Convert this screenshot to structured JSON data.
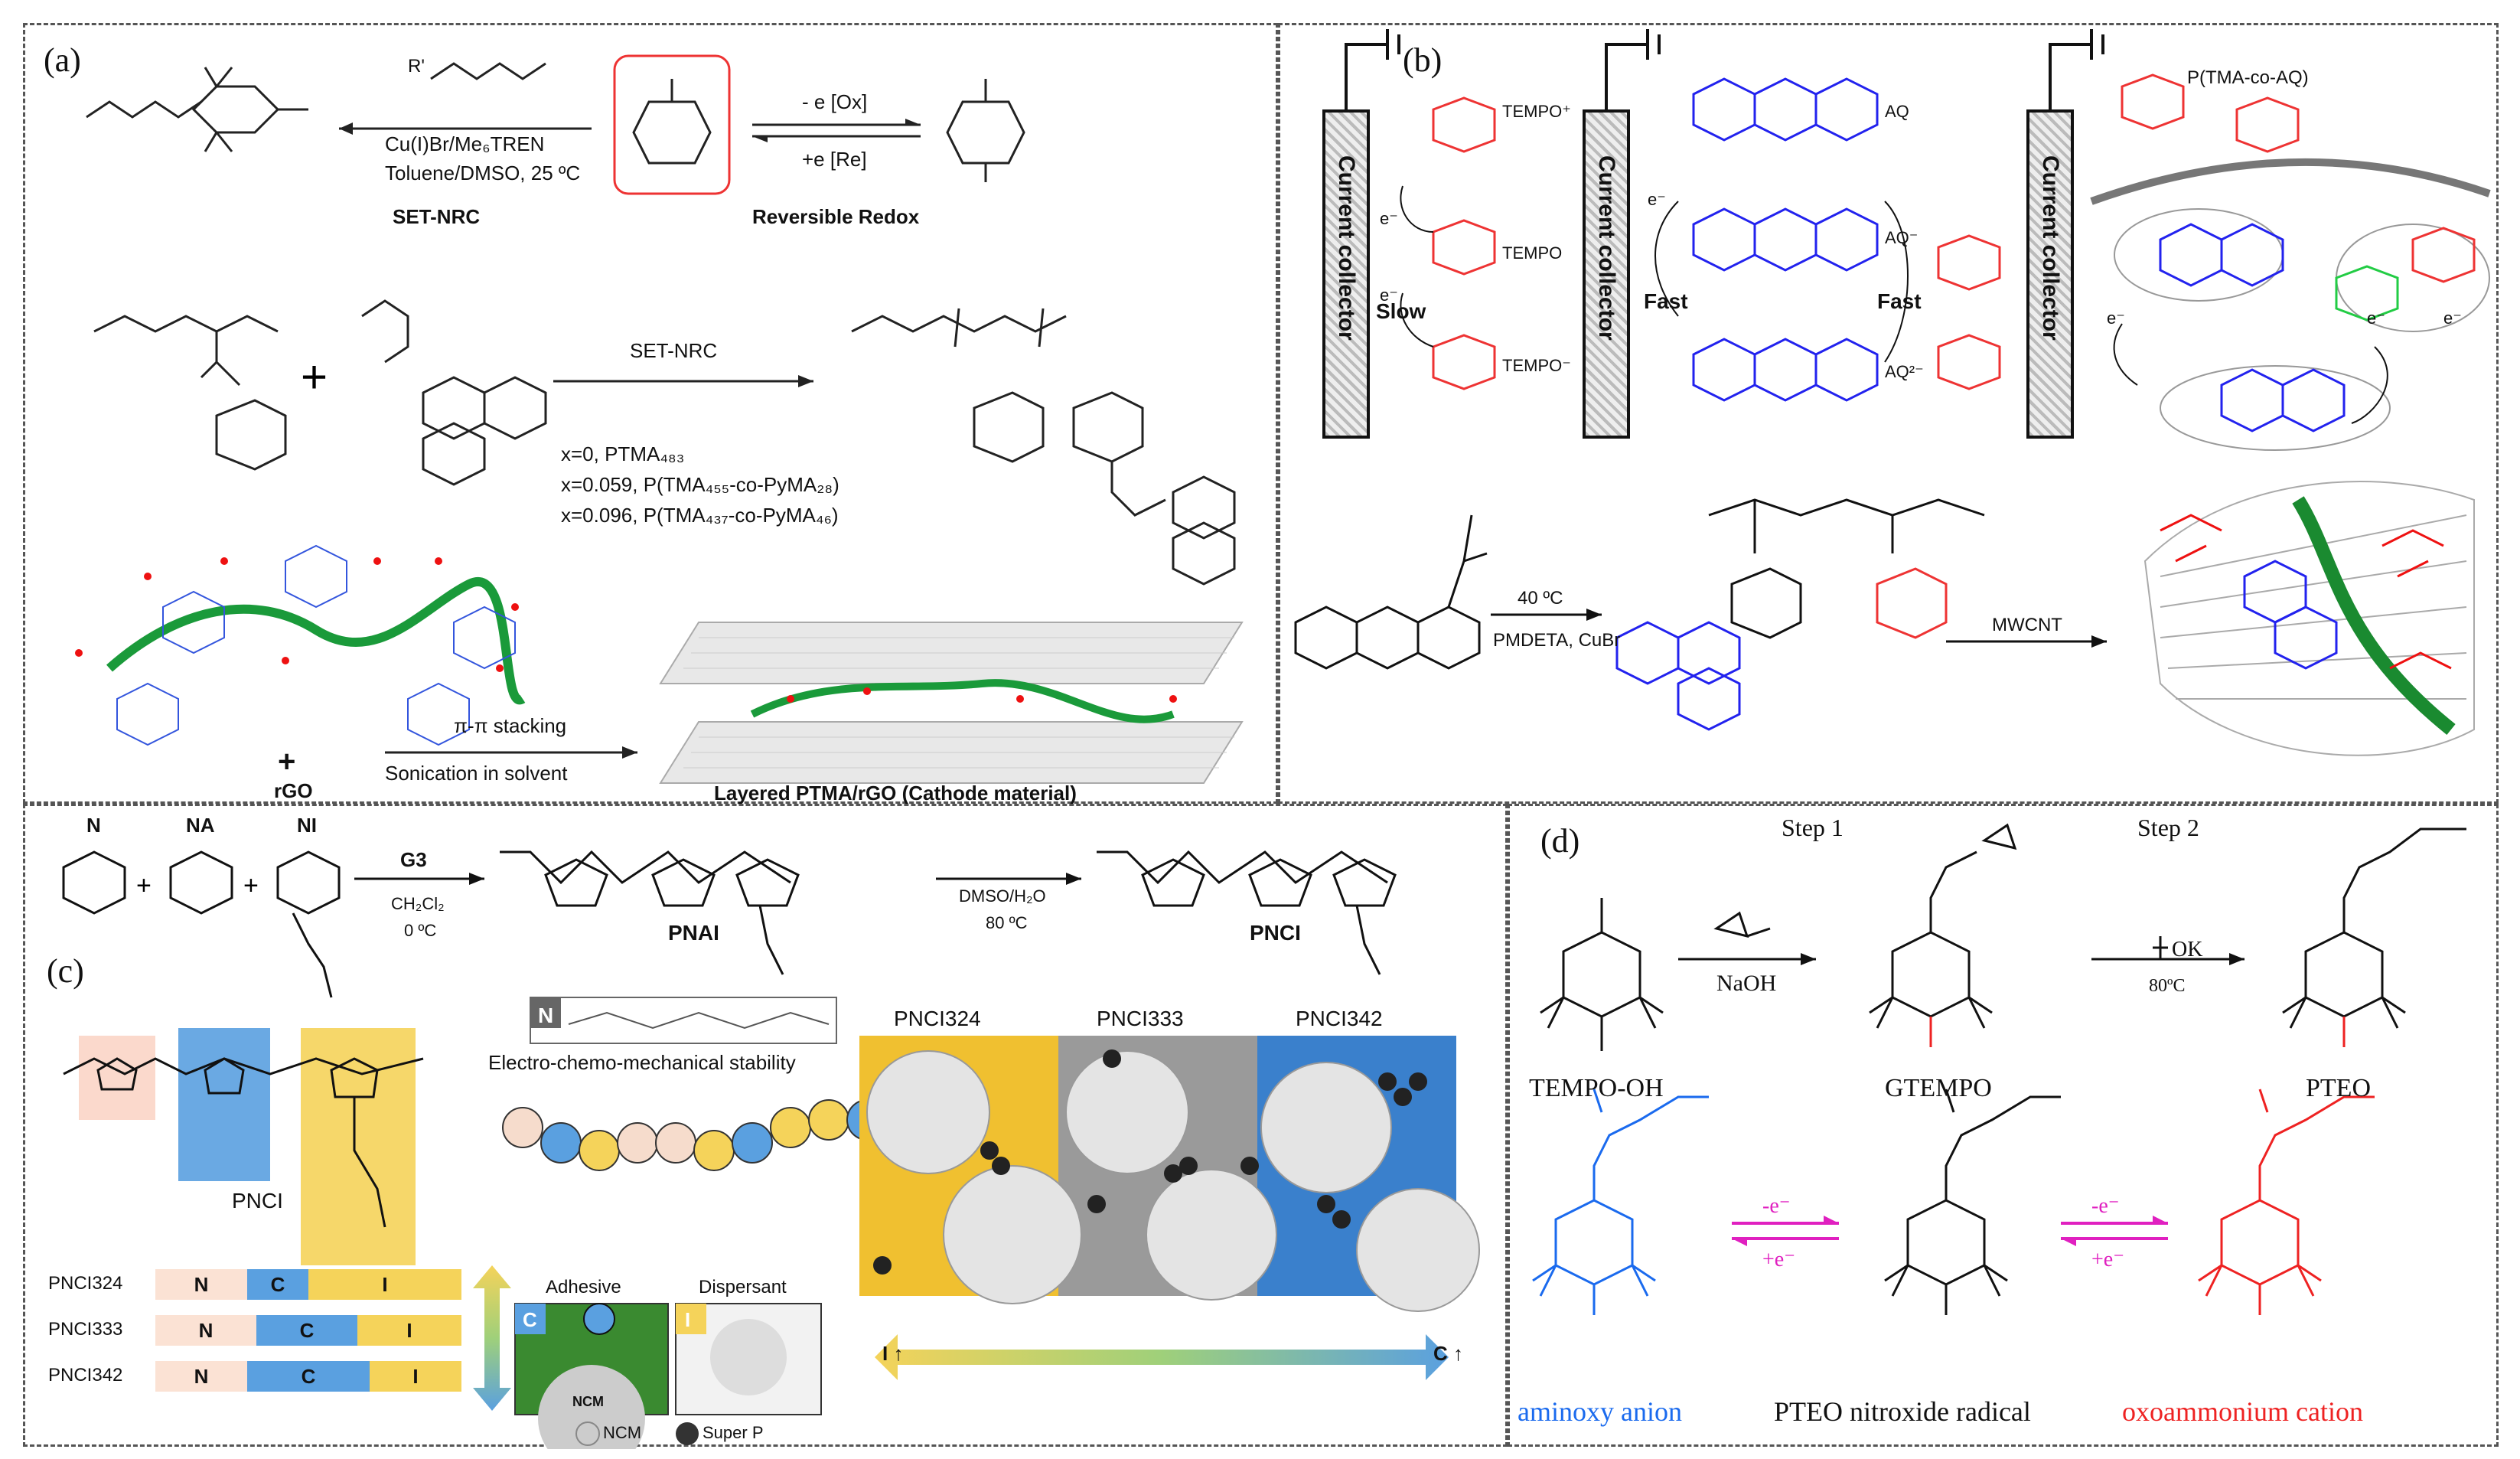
{
  "panels": {
    "a": {
      "label": "(a)",
      "reagents_top": "R'",
      "cond1": "Cu(I)Br/Me₆TREN",
      "cond2": "Toluene/DMSO, 25 ºC",
      "set_nrc": "SET-NRC",
      "ox": "- e [Ox]",
      "re": "+e [Re]",
      "reversible": "Reversible Redox",
      "arrow2": "SET-NRC",
      "x0": "x=0, PTMA₄₈₃",
      "x1": "x=0.059, P(TMA₄₅₅-co-PyMA₂₈)",
      "x2": "x=0.096, P(TMA₄₃₇-co-PyMA₄₆)",
      "stack": "π-π stacking",
      "sonication": "Sonication in solvent",
      "plus": "+",
      "rgo": "rGO",
      "layered": "Layered PTMA/rGO (Cathode material)"
    },
    "b": {
      "label": "(b)",
      "cc": "Current collector",
      "tempo_plus": "TEMPO⁺",
      "tempo": "TEMPO",
      "tempo_minus": "TEMPO⁻",
      "slow": "Slow",
      "aq": "AQ",
      "aq_minus": "AQ⁻",
      "aq_2minus": "AQ²⁻",
      "fast": "Fast",
      "ptma_co_aq": "P(TMA-co-AQ)",
      "temp": "40 ºC",
      "cat": "PMDETA, CuBr",
      "mwcnt": "MWCNT",
      "electron": "e⁻"
    },
    "c": {
      "label": "(c)",
      "n": "N",
      "na": "NA",
      "ni": "NI",
      "g3": "G3",
      "solv": "CH₂Cl₂",
      "t0": "0 ºC",
      "pnai": "PNAI",
      "dmso": "DMSO/H₂O",
      "t80": "80 ºC",
      "pnci": "PNCI",
      "ecm": "Electro-chemo-mechanical stability",
      "adhesive": "Adhesive",
      "dispersant": "Dispersant",
      "ncm": "NCM",
      "superp": "Super P",
      "legend_ncm": "NCM",
      "legend_sp": "Super P",
      "bars": [
        {
          "name": "PNCI324",
          "n": "N",
          "c": "C",
          "i": "I"
        },
        {
          "name": "PNCI333",
          "n": "N",
          "c": "C",
          "i": "I"
        },
        {
          "name": "PNCI342",
          "n": "N",
          "c": "C",
          "i": "I"
        }
      ],
      "tiles": [
        "PNCI324",
        "PNCI333",
        "PNCI342"
      ],
      "i_up": "I ↑",
      "c_up": "C ↑"
    },
    "d": {
      "label": "(d)",
      "step1": "Step 1",
      "step2": "Step 2",
      "naoh": "NaOH",
      "t80": "80ºC",
      "ok": "OK",
      "tempo_oh": "TEMPO-OH",
      "gtempo": "GTEMPO",
      "pteo": "PTEO",
      "minus_e1": "-e⁻",
      "plus_e1": "+e⁻",
      "minus_e2": "-e⁻",
      "plus_e2": "+e⁻",
      "anion": "aminoxy anion",
      "radical": "PTEO nitroxide radical",
      "cation": "oxoammonium cation"
    }
  },
  "colors": {
    "blue": "#1a1aff",
    "red": "#ee2222",
    "green": "#1a9a3a",
    "magenta": "#e020c0"
  }
}
